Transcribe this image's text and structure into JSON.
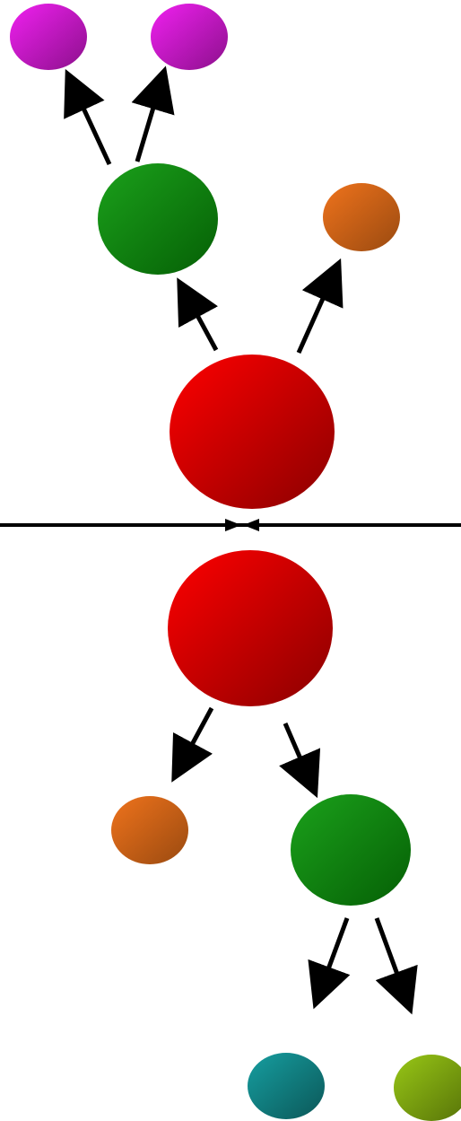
{
  "colors": {
    "background": "#ffffff",
    "arrow": "#000000",
    "red": "#f00000",
    "green": "#119611",
    "orange": "#e36d1a",
    "magenta": "#df1edf",
    "teal": "#138f91",
    "olive": "#8ab614"
  },
  "diagram": {
    "upper_tree": {
      "root": "red",
      "children": [
        "green",
        "orange"
      ],
      "grandchildren": [
        "magenta",
        "magenta"
      ]
    },
    "lower_tree": {
      "root": "red",
      "children": [
        "orange",
        "green"
      ],
      "grandchildren": [
        "teal",
        "olive"
      ]
    },
    "divider": "horizontal-line-with-opposing-arrowheads"
  }
}
